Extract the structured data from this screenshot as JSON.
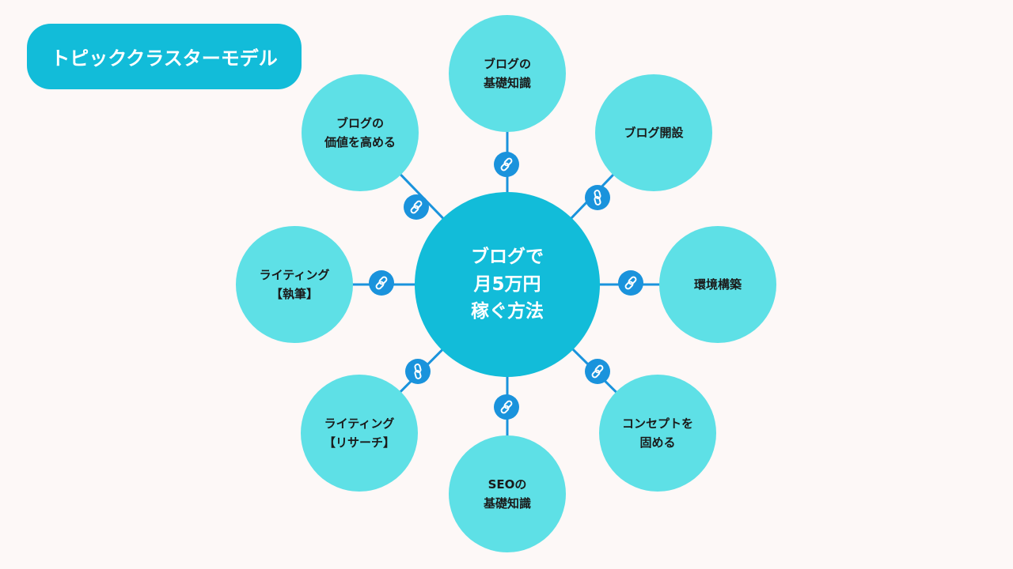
{
  "title": "トピッククラスターモデル",
  "center": "ブログで\n月5万円\n稼ぐ方法",
  "clusters": [
    "ブログの\n基礎知識",
    "ブログ開設",
    "環境構築",
    "コンセプトを\n固める",
    "SEOの\n基礎知識",
    "ライティング\n【リサーチ】",
    "ライティング\n【執筆】",
    "ブログの\n価値を高める"
  ],
  "colors": {
    "background": "#fdf8f7",
    "center": "#12bcd9",
    "cluster": "#5ee0e6",
    "link": "#1a93dc"
  }
}
